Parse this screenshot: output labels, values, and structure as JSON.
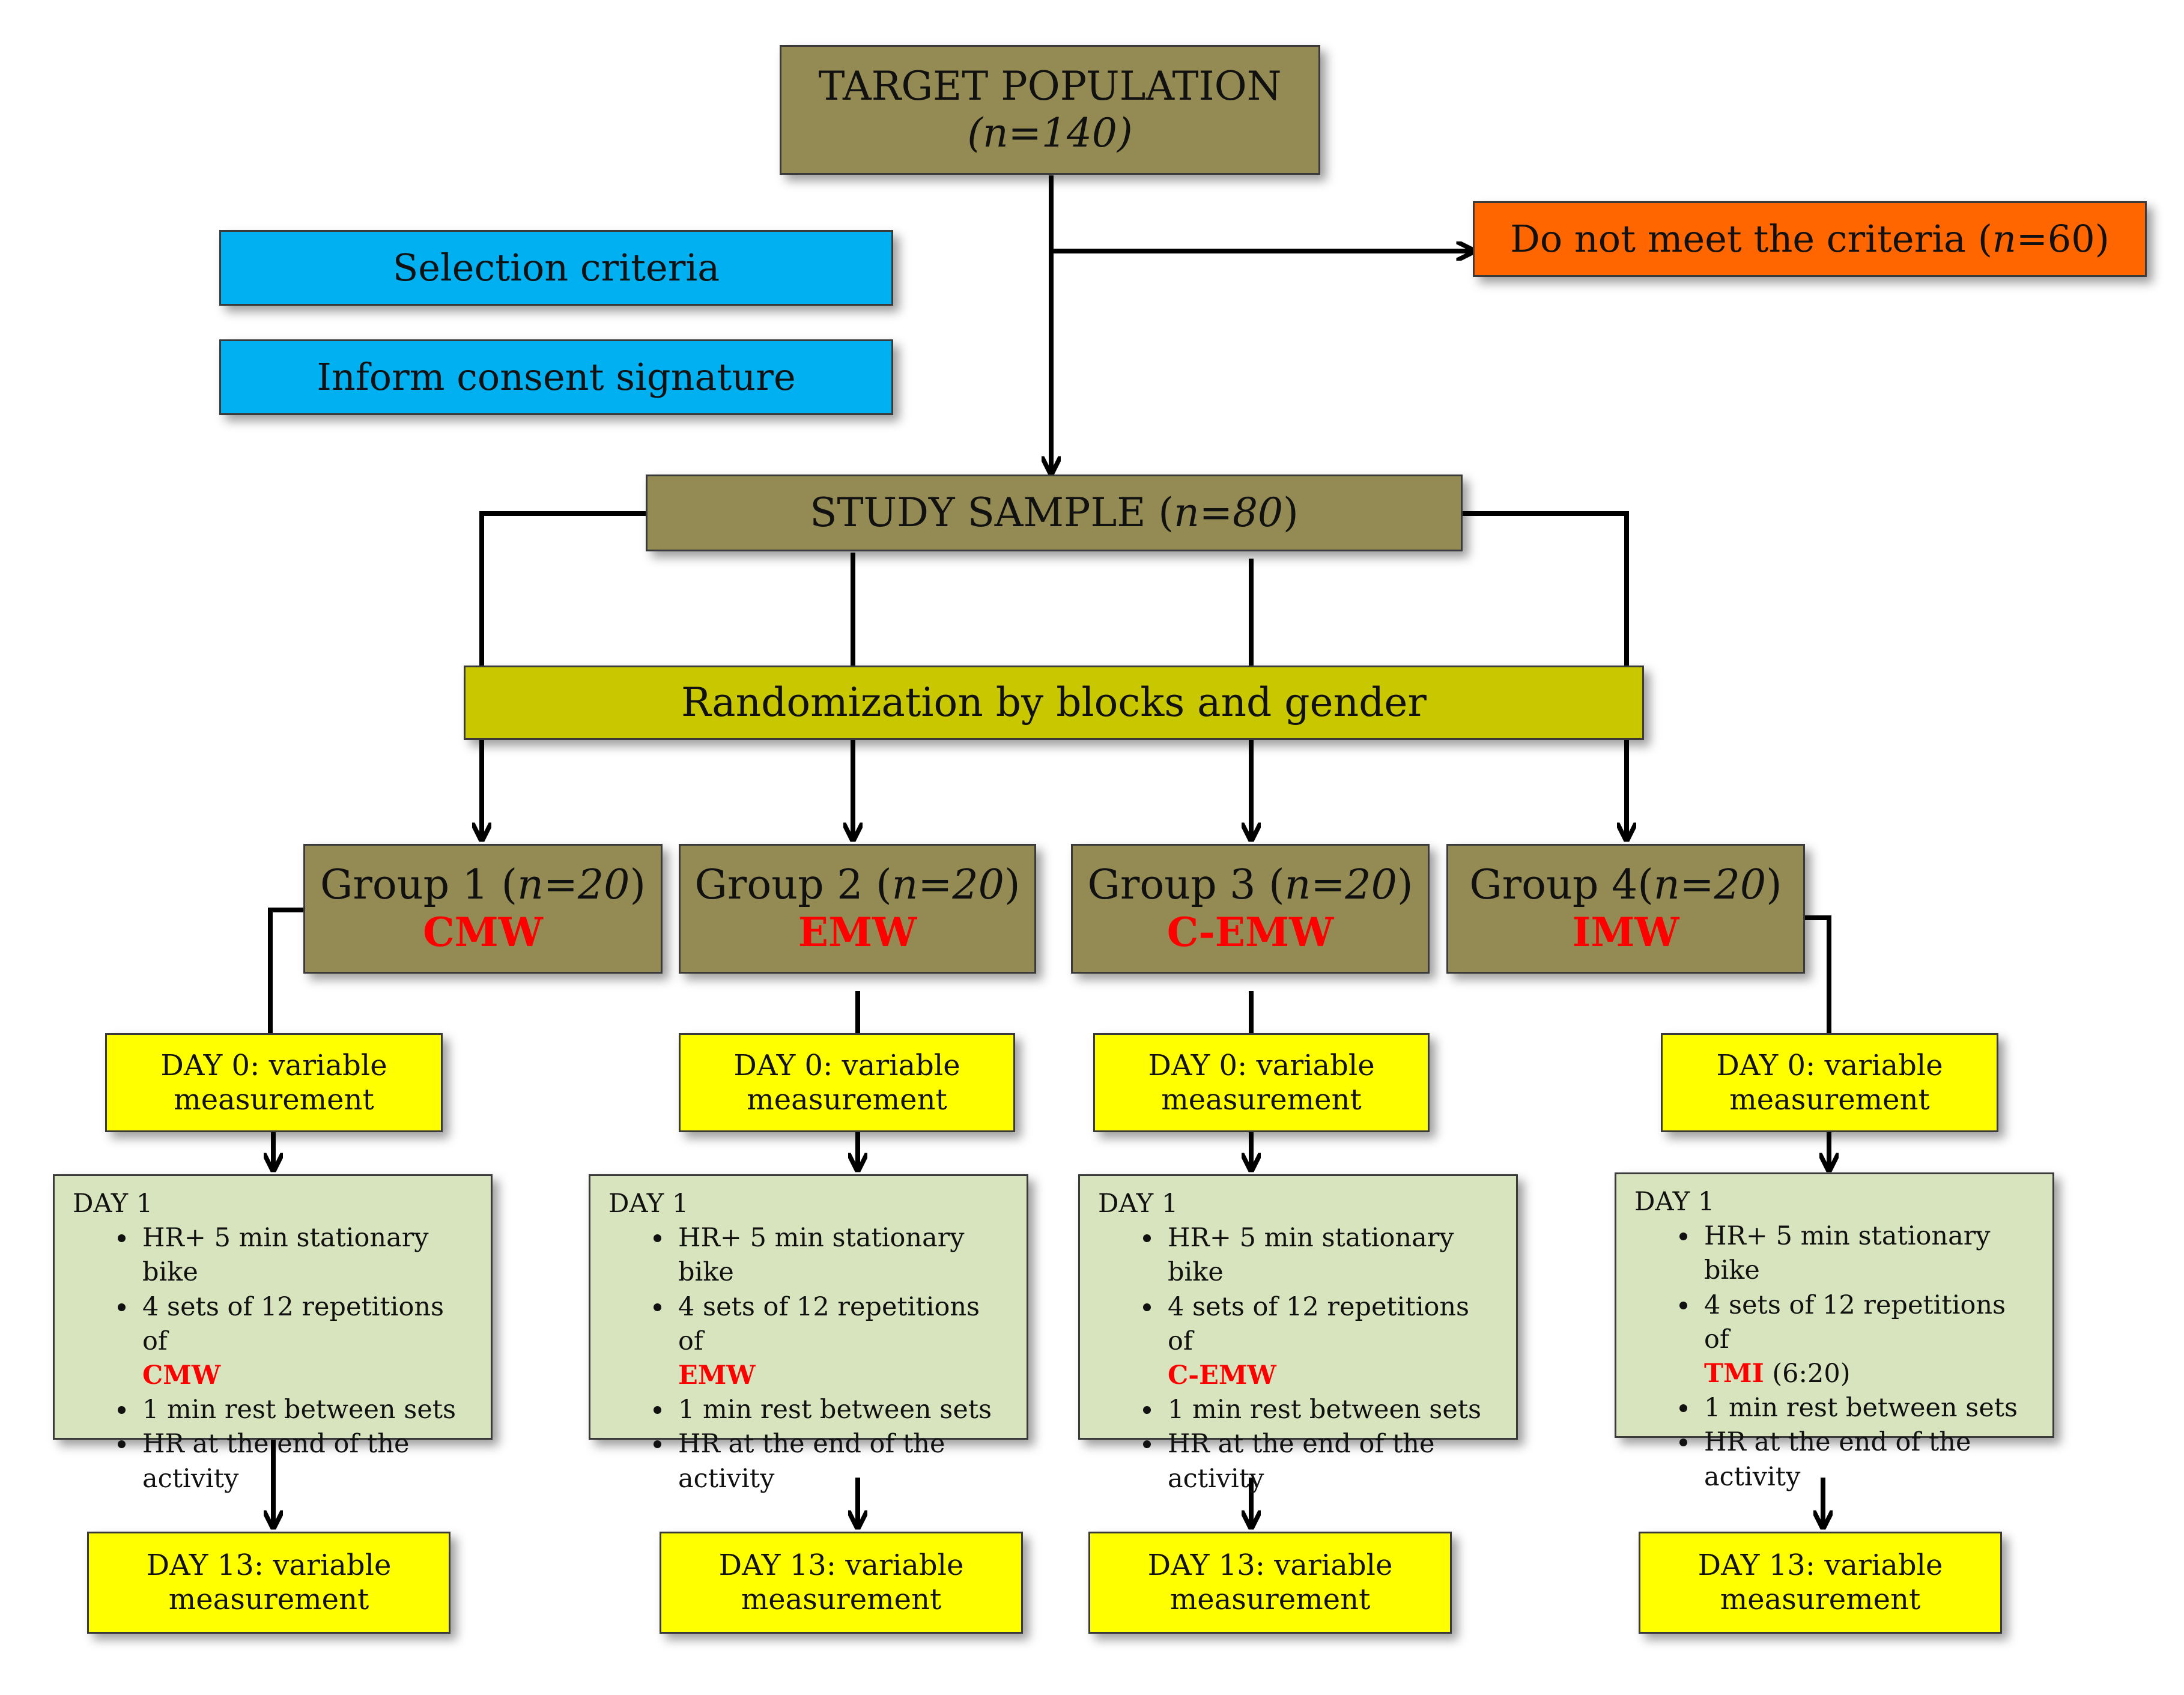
{
  "target": {
    "title": "TARGET POPULATION",
    "n": "(n=140)"
  },
  "excluded": {
    "label": "Do not meet the criteria (",
    "n_italic": "n",
    "n_rest": "=60)"
  },
  "selection": {
    "label": "Selection criteria"
  },
  "consent": {
    "label": "Inform consent signature"
  },
  "sample": {
    "label": "STUDY SAMPLE (",
    "n": "n=80",
    "close": ")"
  },
  "randomization": {
    "label": "Randomization by blocks and gender"
  },
  "groups": [
    {
      "label": "Group 1 (",
      "n": "n=20",
      "close": ")",
      "code": "CMW"
    },
    {
      "label": "Group 2 (",
      "n": "n=20",
      "close": ")",
      "code": "EMW"
    },
    {
      "label": "Group 3 (",
      "n": "n=20",
      "close": ")",
      "code": "C-EMW"
    },
    {
      "label": "Group 4(",
      "n": "n=20",
      "close": ")",
      "code": "IMW"
    }
  ],
  "day0": {
    "line1": "DAY 0: variable",
    "line2": "measurement"
  },
  "day1": [
    {
      "title": "DAY 1",
      "i1": "HR+ 5 min stationary bike",
      "i2": "4 sets of 12 repetitions of",
      "i2_code": "CMW",
      "i2_extra": "",
      "i3": "1 min rest between sets",
      "i4a": "HR at the end of the",
      "i4b": "activity"
    },
    {
      "title": "DAY 1",
      "i1": "HR+ 5 min stationary bike",
      "i2": "4 sets of 12 repetitions of",
      "i2_code": "EMW",
      "i2_extra": "",
      "i3": "1 min rest between sets",
      "i4a": "HR at the end of the",
      "i4b": "activity"
    },
    {
      "title": "DAY 1",
      "i1": "HR+ 5 min stationary bike",
      "i2": "4 sets of 12 repetitions of",
      "i2_code": "C-EMW",
      "i2_extra": "",
      "i3": "1 min rest between sets",
      "i4a": "HR at the end of the",
      "i4b": "activity"
    },
    {
      "title": "DAY 1",
      "i1": "HR+ 5 min stationary bike",
      "i2": "4 sets of 12 repetitions of",
      "i2_code": "TMI",
      "i2_extra": " (6:20)",
      "i3": "1 min rest between sets",
      "i4a": "HR at the end of the",
      "i4b": "activity"
    }
  ],
  "day13": {
    "line1": "DAY 13: variable",
    "line2": "measurement"
  }
}
